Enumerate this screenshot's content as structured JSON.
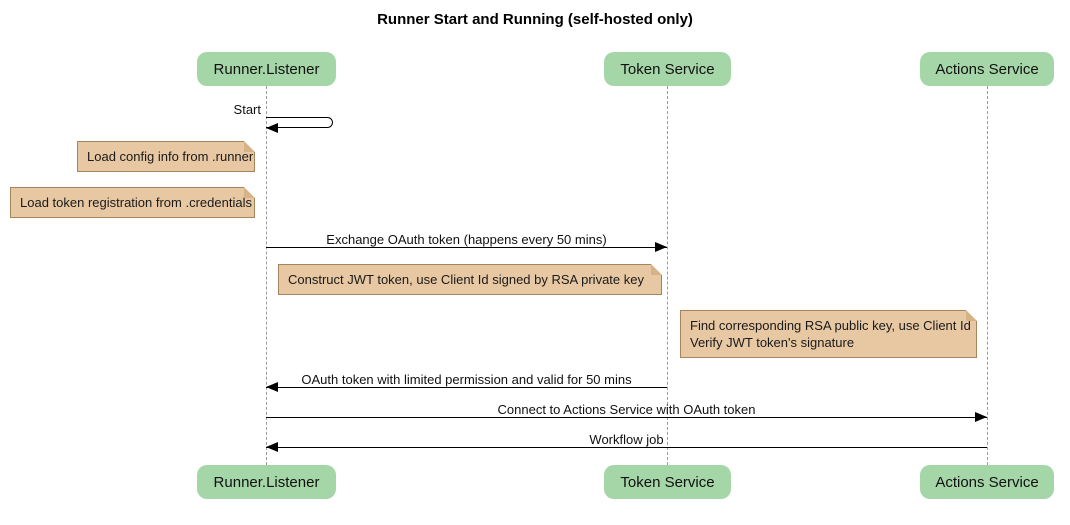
{
  "title": "Runner Start and Running (self-hosted only)",
  "participants": [
    {
      "name": "Runner.Listener"
    },
    {
      "name": "Token Service"
    },
    {
      "name": "Actions Service"
    }
  ],
  "messages": [
    {
      "label": "Start",
      "from": "Runner.Listener",
      "to": "Runner.Listener",
      "kind": "self"
    },
    {
      "label": "Exchange OAuth token (happens every 50 mins)",
      "from": "Runner.Listener",
      "to": "Token Service",
      "kind": "solid-arrow"
    },
    {
      "label": "OAuth token with limited permission and valid for 50 mins",
      "from": "Token Service",
      "to": "Runner.Listener",
      "kind": "solid-arrow"
    },
    {
      "label": "Connect to Actions Service with OAuth token",
      "from": "Runner.Listener",
      "to": "Actions Service",
      "kind": "solid-arrow"
    },
    {
      "label": "Workflow job",
      "from": "Actions Service",
      "to": "Runner.Listener",
      "kind": "solid-arrow"
    }
  ],
  "notes": [
    {
      "text": "Load config info from .runner",
      "anchor": "Runner.Listener",
      "side": "left"
    },
    {
      "text": "Load token registration from .credentials",
      "anchor": "Runner.Listener",
      "side": "left"
    },
    {
      "text": "Construct JWT token, use Client Id signed by RSA private key",
      "anchor": "Runner.Listener",
      "side": "right"
    },
    {
      "text": "Find corresponding RSA public key, use Client Id\nVerify JWT token's signature",
      "anchor": "Token Service",
      "side": "right"
    }
  ],
  "colors": {
    "participant_fill": "#a5d6a7",
    "note_fill": "#e7c8a2",
    "note_border": "#a6855c",
    "lifeline": "#9b9b9b",
    "message_line": "#000000",
    "background": "#ffffff"
  }
}
